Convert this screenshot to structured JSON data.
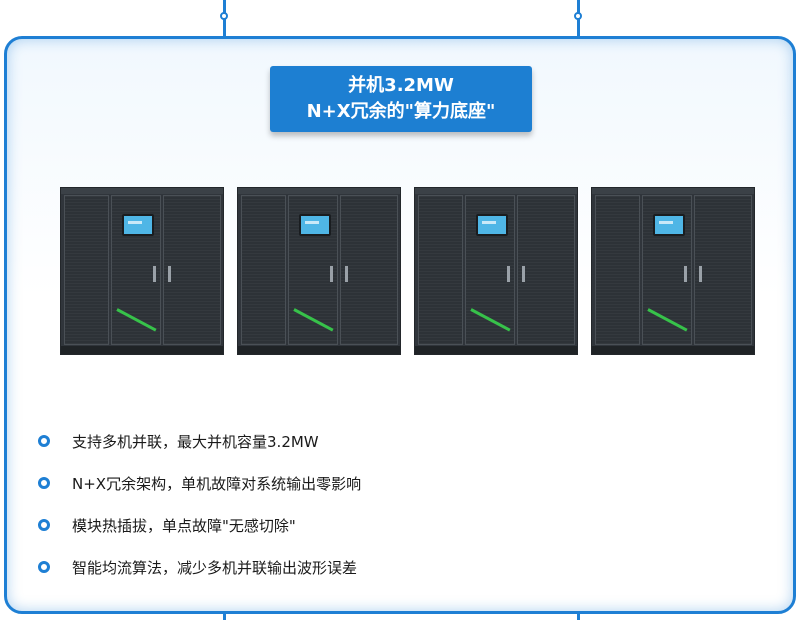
{
  "title": {
    "line1": "并机3.2MW",
    "line2": "N+X冗余的\"算力底座\""
  },
  "image": {
    "cabinet_count": 4
  },
  "features": [
    "支持多机并联，最大并机容量3.2MW",
    "N+X冗余架构，单机故障对系统输出零影响",
    "模块热插拔，单点故障\"无感切除\"",
    "智能均流算法，减少多机并联输出波形误差"
  ],
  "colors": {
    "accent": "#1e7fd4",
    "title_bg": "#1d7fd2",
    "cabinet": "#30353b",
    "stripe": "#37c24a"
  }
}
